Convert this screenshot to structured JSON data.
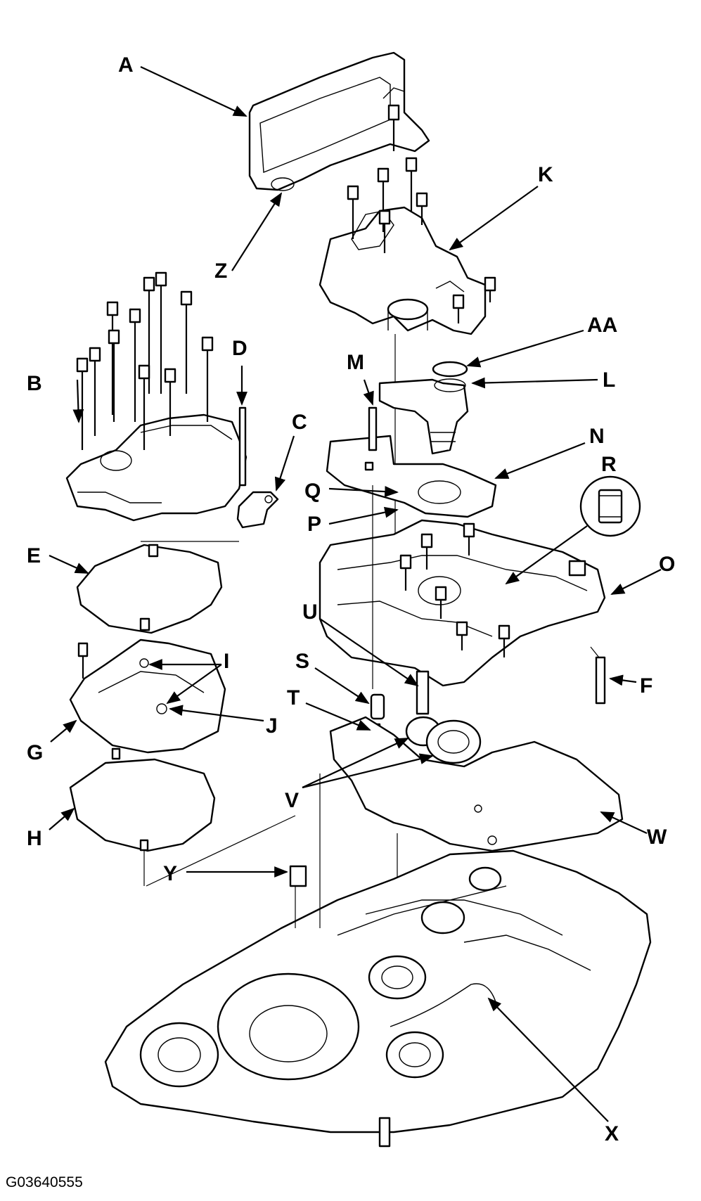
{
  "diagram": {
    "figure_code": "G03640555",
    "labels": [
      {
        "id": "A",
        "text": "A"
      },
      {
        "id": "B",
        "text": "B"
      },
      {
        "id": "C",
        "text": "C"
      },
      {
        "id": "D",
        "text": "D"
      },
      {
        "id": "E",
        "text": "E"
      },
      {
        "id": "F",
        "text": "F"
      },
      {
        "id": "G",
        "text": "G"
      },
      {
        "id": "H",
        "text": "H"
      },
      {
        "id": "I",
        "text": "I"
      },
      {
        "id": "J",
        "text": "J"
      },
      {
        "id": "K",
        "text": "K"
      },
      {
        "id": "L",
        "text": "L"
      },
      {
        "id": "M",
        "text": "M"
      },
      {
        "id": "N",
        "text": "N"
      },
      {
        "id": "O",
        "text": "O"
      },
      {
        "id": "P",
        "text": "P"
      },
      {
        "id": "Q",
        "text": "Q"
      },
      {
        "id": "R",
        "text": "R"
      },
      {
        "id": "S",
        "text": "S"
      },
      {
        "id": "T",
        "text": "T"
      },
      {
        "id": "U",
        "text": "U"
      },
      {
        "id": "V",
        "text": "V"
      },
      {
        "id": "W",
        "text": "W"
      },
      {
        "id": "X",
        "text": "X"
      },
      {
        "id": "Y",
        "text": "Y"
      },
      {
        "id": "Z",
        "text": "Z"
      },
      {
        "id": "AA",
        "text": "AA"
      }
    ]
  }
}
